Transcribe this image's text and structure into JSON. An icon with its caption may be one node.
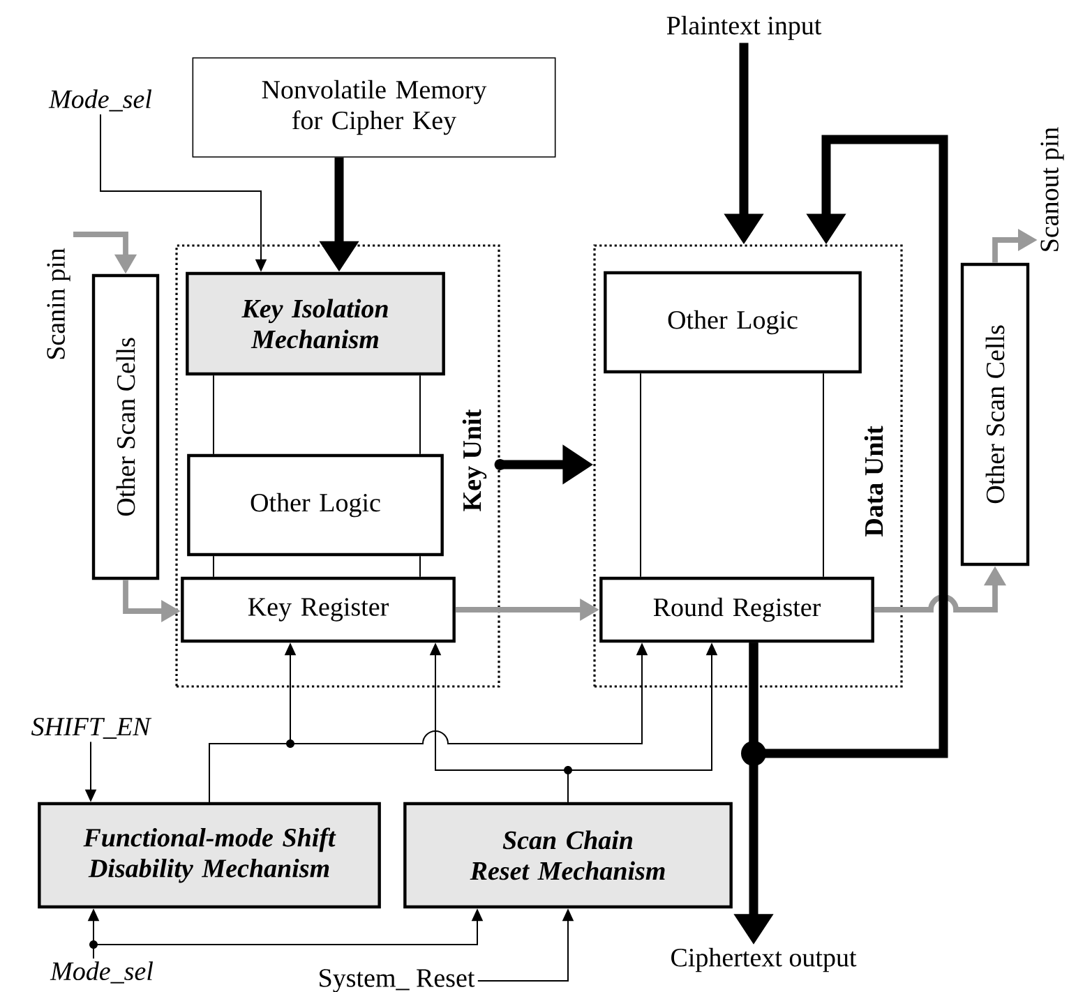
{
  "diagram": {
    "nodes": [
      {
        "text": [
          "Mode_sel"
        ]
      },
      {
        "text": [
          "Nonvolatile Memory for Cipher Key"
        ]
      },
      {
        "text": [
          "Plaintext input"
        ]
      },
      {
        "text": [
          "Scanin pin"
        ]
      },
      {
        "text": [
          "Other Scan Cells"
        ]
      },
      {
        "text": [
          "Key Unit"
        ]
      },
      {
        "text": [
          "Key Isolation Mechanism"
        ],
        "in": 5
      },
      {
        "text": [
          "Other Logic"
        ],
        "in": 5
      },
      {
        "text": [
          "Key Register"
        ],
        "in": 5
      },
      {
        "text": [
          "Data Unit"
        ]
      },
      {
        "text": [
          "Other Logic"
        ],
        "in": 9
      },
      {
        "text": [
          "Round Register"
        ],
        "in": 9
      },
      {
        "text": [
          "Scanout pin"
        ]
      },
      {
        "text": [
          "Other Scan Cells"
        ]
      },
      {
        "text": [
          "SHIFT_EN"
        ]
      },
      {
        "text": [
          "Functional-mode Shift Disability Mechanism"
        ]
      },
      {
        "text": [
          "Scan Chain Reset Mechanism"
        ]
      },
      {
        "text": [
          "Ciphertext output"
        ]
      },
      {
        "text": [
          "Mode_sel"
        ]
      },
      {
        "text": [
          "System_ Reset"
        ]
      }
    ],
    "edges": [
      {
        "from": 0,
        "to": 6,
        "arrow": "to"
      },
      {
        "from": 1,
        "to": 6,
        "arrow": "to",
        "style": "thick"
      },
      {
        "from": 2,
        "to": 9,
        "arrow": "to",
        "style": "thick"
      },
      {
        "from": 3,
        "to": 4,
        "arrow": "to",
        "style": "thick",
        "color": "#999999"
      },
      {
        "from": 4,
        "to": 8,
        "arrow": "to",
        "style": "thick",
        "color": "#999999"
      },
      {
        "from": 8,
        "to": 11,
        "arrow": "to",
        "style": "thick",
        "color": "#999999"
      },
      {
        "from": 11,
        "to": 13,
        "arrow": "to",
        "style": "thick",
        "color": "#999999"
      },
      {
        "from": 13,
        "to": 12,
        "arrow": "to",
        "style": "thick",
        "color": "#999999"
      },
      {
        "from": 5,
        "to": 9,
        "arrow": "to",
        "style": "thick"
      },
      {
        "from": 11,
        "to": 17,
        "arrow": "to",
        "style": "thick"
      },
      {
        "from": 11,
        "to": 9,
        "arrow": "to",
        "style": "thick"
      },
      {
        "from": 6,
        "to": 7,
        "arrow": "none"
      },
      {
        "from": 6,
        "to": 7,
        "arrow": "none"
      },
      {
        "from": 7,
        "to": 8,
        "arrow": "none"
      },
      {
        "from": 7,
        "to": 8,
        "arrow": "none"
      },
      {
        "from": 10,
        "to": 11,
        "arrow": "none"
      },
      {
        "from": 10,
        "to": 11,
        "arrow": "none"
      },
      {
        "from": 14,
        "to": 15,
        "arrow": "to"
      },
      {
        "from": 15,
        "to": 8,
        "arrow": "to"
      },
      {
        "from": 15,
        "to": 11,
        "arrow": "to"
      },
      {
        "from": 16,
        "to": 8,
        "arrow": "to"
      },
      {
        "from": 16,
        "to": 11,
        "arrow": "to"
      },
      {
        "from": 18,
        "to": 15,
        "arrow": "to"
      },
      {
        "from": 18,
        "to": 16,
        "arrow": "to"
      },
      {
        "from": 19,
        "to": 16,
        "arrow": "to"
      }
    ]
  }
}
